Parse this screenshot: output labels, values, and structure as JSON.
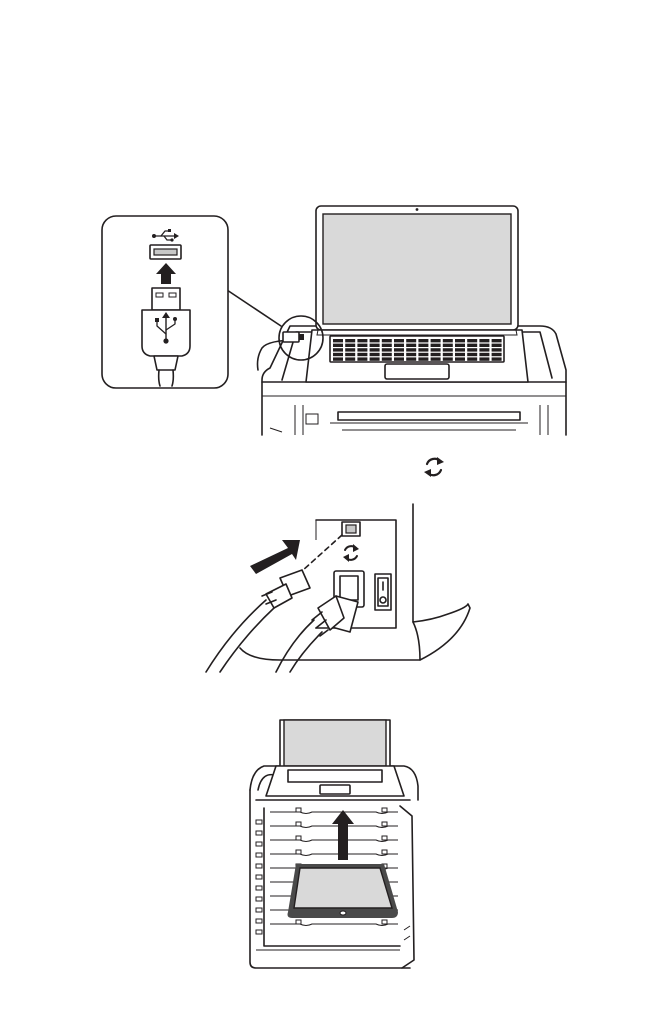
{
  "figures": [
    {
      "id": "step-connect-laptop-usb",
      "callout": "usb-a-plug-detail"
    },
    {
      "id": "step-connect-usb-b-and-power",
      "port_symbol": "sync-icon"
    },
    {
      "id": "step-insert-tablet-into-cabinet"
    }
  ],
  "icons": {
    "usb": "usb-symbol-icon",
    "sync": "sync-icon",
    "arrow": "insert-arrow-icon"
  },
  "colors": {
    "line": "#231f20",
    "screen": "#d9d9d9",
    "background": "#ffffff"
  }
}
